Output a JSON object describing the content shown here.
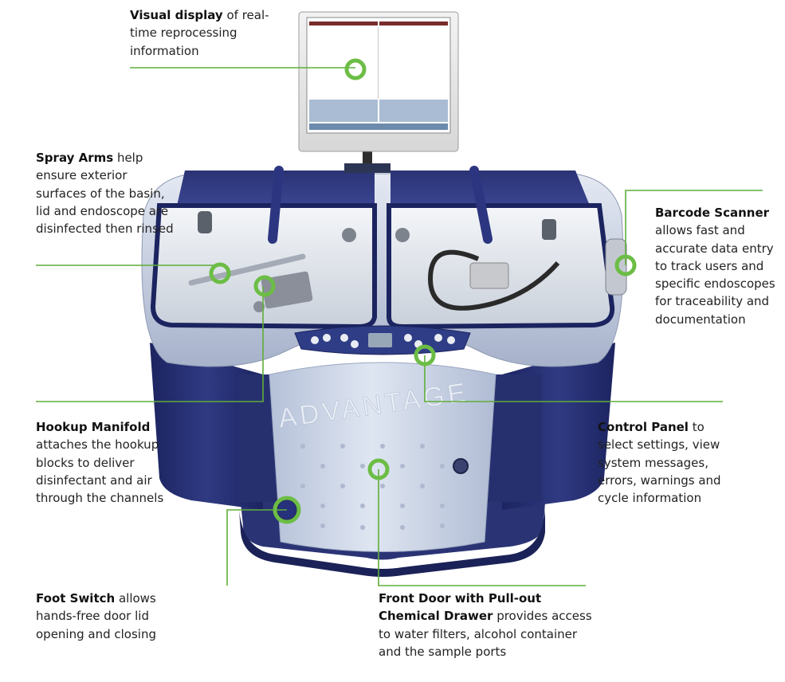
{
  "callouts": [
    {
      "id": "visual-display",
      "bold": "Visual display",
      "text": " of real-time reprocessing information"
    },
    {
      "id": "spray-arms",
      "bold": "Spray Arms",
      "text": " help ensure exterior surfaces of the basin, lid and endoscope are disinfected then rinsed"
    },
    {
      "id": "barcode-scanner",
      "bold": "Barcode Scanner",
      "text": " allows fast and accurate data entry to track users and specific endoscopes for traceability and documentation"
    },
    {
      "id": "hookup-manifold",
      "bold": "Hookup Manifold",
      "text": " attaches the hookup blocks to deliver disinfectant and air through the channels"
    },
    {
      "id": "control-panel",
      "bold": "Control Panel",
      "text": " to select settings, view system messages, errors, warnings and cycle information"
    },
    {
      "id": "foot-switch",
      "bold": "Foot Switch",
      "text": " allows hands-free door lid opening and closing"
    },
    {
      "id": "front-door",
      "bold": "Front Door with Pull-out Chemical Drawer",
      "text": " provides access to water filters, alcohol container and the sample ports"
    }
  ],
  "device": {
    "door_logo": "ADVANTAGE"
  },
  "colors": {
    "accent_green": "#6cbd45",
    "leader_green": "#5fae3a",
    "body_navy": "#26306e",
    "shell_silver": "#b9c3d8",
    "door_light": "#cfd9ea"
  }
}
